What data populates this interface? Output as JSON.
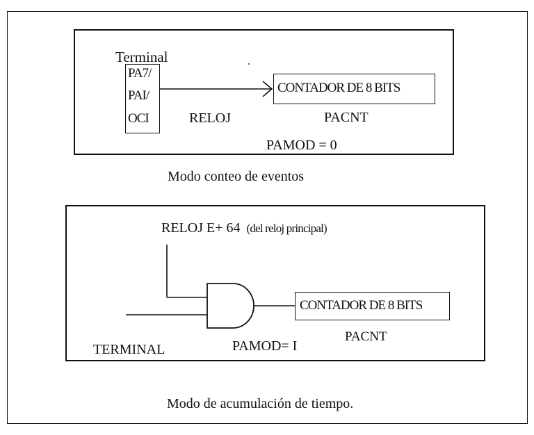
{
  "diagram_top": {
    "terminal_label": "Terminal",
    "pins": [
      "PA7/",
      "PAI/",
      "OCI"
    ],
    "signal_label": "RELOJ",
    "counter_label": "CONTADOR DE 8 BITS",
    "counter_register": "PACNT",
    "mode_value": "PAMOD = 0",
    "caption": "Modo conteo de eventos"
  },
  "diagram_bottom": {
    "clock_label": "RELOJ E+ 64",
    "clock_note": "(del reloj principal)",
    "terminal_label": "TERMINAL",
    "mode_value": "PAMOD= I",
    "counter_label": "CONTADOR DE 8 BITS",
    "counter_register": "PACNT",
    "caption": "Modo de acumulación de tiempo."
  }
}
